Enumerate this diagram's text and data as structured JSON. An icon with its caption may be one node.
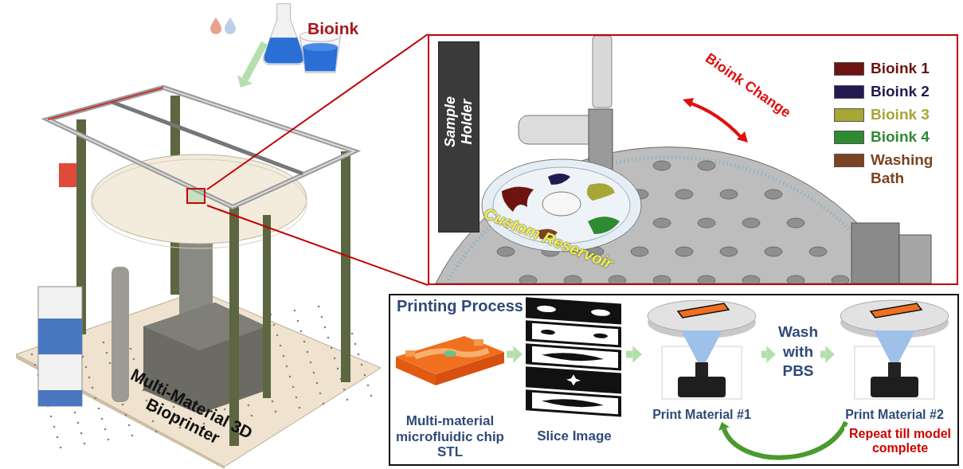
{
  "diagram": {
    "nodes": [
      {
        "text": [],
        "shape": "picture",
        "beside": [
          "Multi-Material 3D Bioprinter"
        ]
      },
      {
        "text": [
          "Bioink"
        ]
      },
      {
        "text": [],
        "shape": "box"
      },
      {
        "text": [
          "Sample Holder"
        ],
        "in": 2
      },
      {
        "text": [
          "Custom Reservoir"
        ],
        "in": 2
      },
      {
        "text": [],
        "shape": "box",
        "in": 0
      },
      {
        "text": [
          "Printing Process"
        ]
      },
      {
        "text": [
          "Multi-material microfluidic chip STL"
        ],
        "in": 6
      },
      {
        "text": [
          "Slice Image"
        ],
        "in": 6
      },
      {
        "text": [
          "Print Material #1"
        ],
        "in": 6
      },
      {
        "text": [
          "Wash with PBS"
        ],
        "in": 6
      },
      {
        "text": [
          "Print Material #2"
        ],
        "in": 6
      }
    ],
    "edges": [
      {
        "from": 1,
        "to": 0,
        "arrow": "to"
      },
      {
        "from": 5,
        "to": 2,
        "arrow": "none",
        "color": "#c00000"
      },
      {
        "from": 5,
        "to": 2,
        "arrow": "none",
        "color": "#c00000"
      },
      {
        "from": 7,
        "to": 8,
        "arrow": "to"
      },
      {
        "from": 8,
        "to": 9,
        "arrow": "to"
      },
      {
        "from": 9,
        "to": 10,
        "arrow": "to"
      },
      {
        "from": 10,
        "to": 11,
        "arrow": "to"
      },
      {
        "from": 11,
        "to": 9,
        "arrow": "to",
        "label": "Repeat till model complete",
        "color": "#4a9a2e"
      }
    ],
    "labels": [
      "Bioink Change"
    ],
    "legend": [
      {
        "text": "Bioink 1",
        "color": "#6e1410"
      },
      {
        "text": "Bioink 2",
        "color": "#221a52"
      },
      {
        "text": "Bioink 3",
        "color": "#a8a636"
      },
      {
        "text": "Bioink 4",
        "color": "#2f8a34"
      },
      {
        "text": "Washing Bath",
        "color": "#7a4420"
      }
    ]
  }
}
